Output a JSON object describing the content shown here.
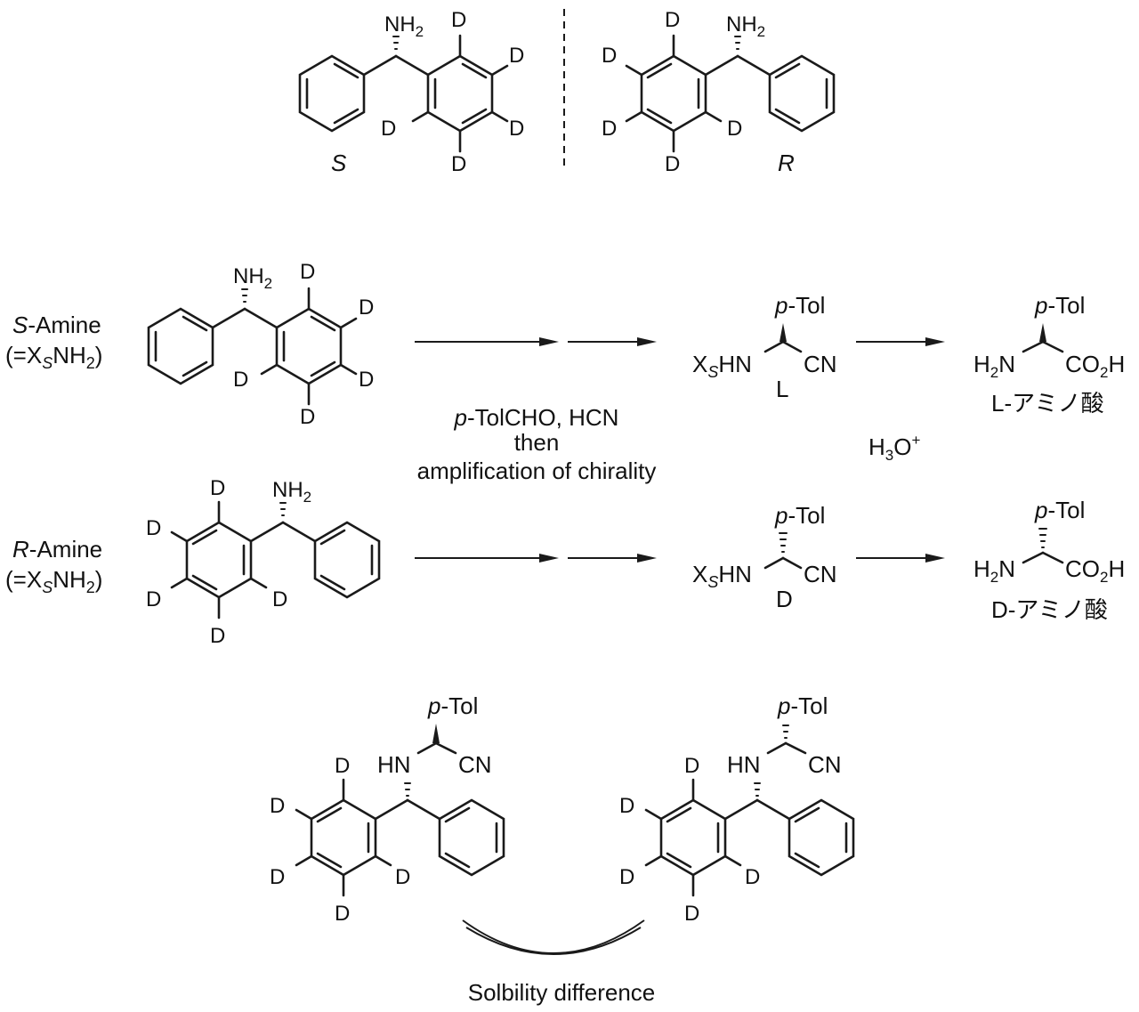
{
  "top": {
    "left_descriptor": "S",
    "right_descriptor": "R",
    "amine_label": "NH",
    "sub2": "2",
    "deuterium": "D"
  },
  "scheme": {
    "s_amine_name": "S",
    "s_amine_suffix": "-Amine",
    "r_amine_name": "R",
    "r_amine_suffix": "-Amine",
    "alias_prefix": "(=X",
    "alias_sub": "S",
    "alias_mid": "NH",
    "alias_sub2": "2",
    "alias_close": ")",
    "reagents_line1_italic": "p",
    "reagents_line1_rest": "-TolCHO, HCN",
    "reagents_line2": "then",
    "reagents_line3": "amplification of chirality",
    "hydrolysis_main": "H",
    "hydrolysis_sub": "3",
    "hydrolysis_tail": "O",
    "hydrolysis_sup": "+",
    "ptol_italic": "p",
    "ptol_rest": "-Tol",
    "xs_prefix": "X",
    "xs_sub": "S",
    "xs_tail": "HN",
    "cn": "CN",
    "config_L": "L",
    "config_D": "D",
    "amino_h": "H",
    "amino_sub": "2",
    "amino_n": "N",
    "co2h_main": "CO",
    "co2h_sub": "2",
    "co2h_tail": "H",
    "product_L": "L-アミノ酸",
    "product_D": "D-アミノ酸"
  },
  "bottom": {
    "hn": "HN",
    "caption": "Solbility difference"
  }
}
